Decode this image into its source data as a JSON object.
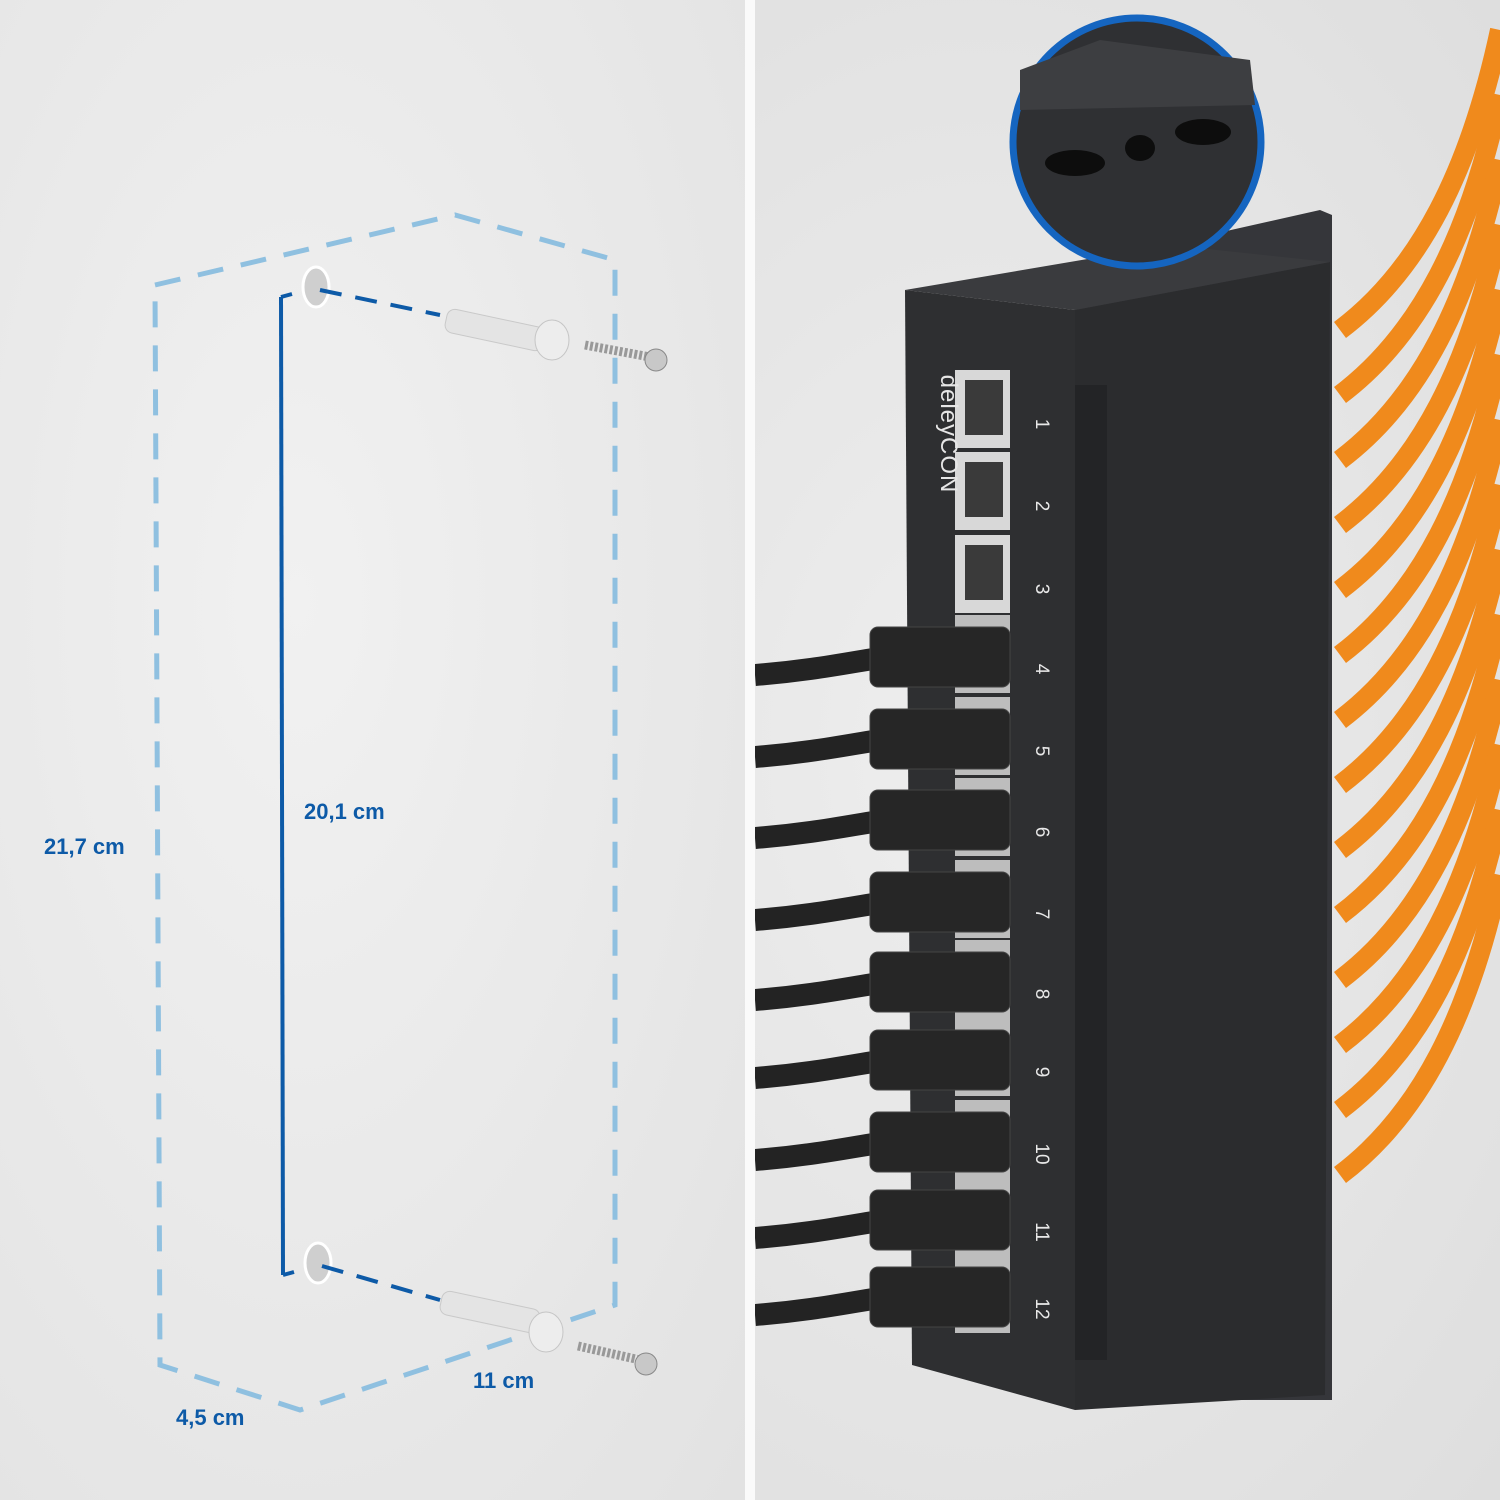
{
  "dimensions": {
    "height_outer": "21,7 cm",
    "height_holes": "20,1 cm",
    "width": "11 cm",
    "depth": "4,5 cm"
  },
  "device": {
    "brand": "deleyCON",
    "ports": [
      "1",
      "2",
      "3",
      "4",
      "5",
      "6",
      "7",
      "8",
      "9",
      "10",
      "11",
      "12"
    ]
  },
  "colors": {
    "accent": "#0d5aa7",
    "dashed_guide": "#8fc0e0",
    "device_body": "#2b2c2e",
    "cable_orange": "#f08a1c",
    "cable_black": "#232323"
  }
}
